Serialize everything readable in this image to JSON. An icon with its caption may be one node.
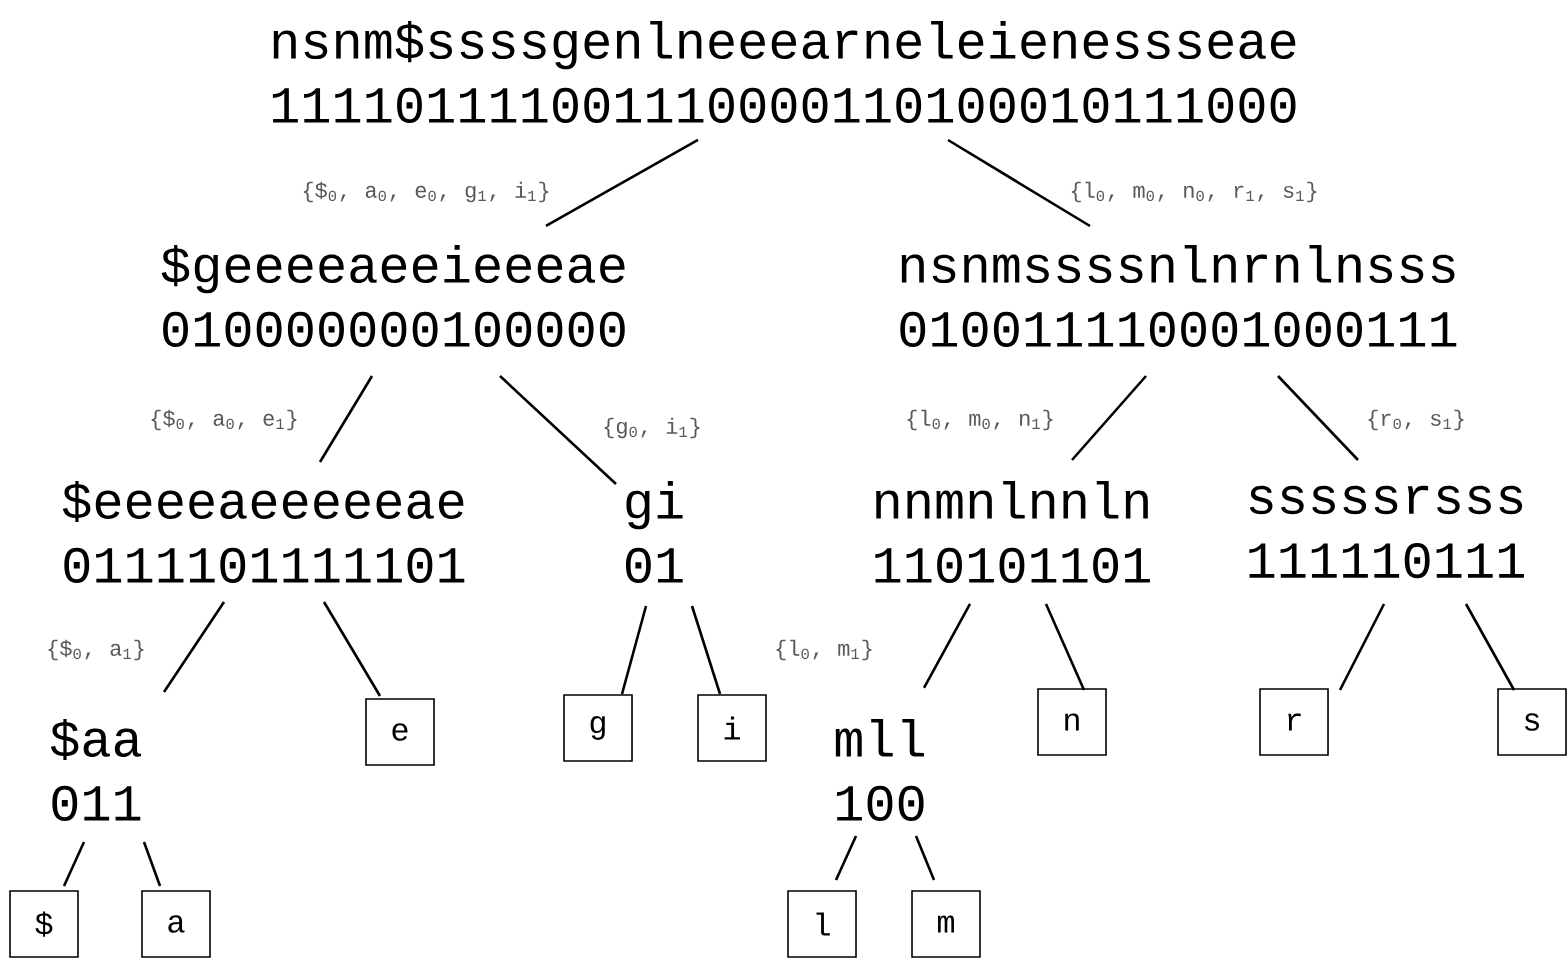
{
  "diagram": {
    "nodes": [
      {
        "text": [
          "nsnm$ssssgenlneeearneleienessseae",
          "111101111001110000110100010111000"
        ]
      },
      {
        "text": [
          "$geeeeaeeieeeae",
          "010000000100000"
        ]
      },
      {
        "text": [
          "nsnmssssnlnrnlnsss",
          "010011110001000111"
        ]
      },
      {
        "text": [
          "$eeeeaeeeeeae",
          "0111101111101"
        ]
      },
      {
        "text": [
          "gi",
          "01"
        ]
      },
      {
        "text": [
          "nnmnlnnln",
          "110101101"
        ]
      },
      {
        "text": [
          "sssssrsss",
          "111110111"
        ]
      },
      {
        "text": [
          "$aa",
          "011"
        ]
      },
      {
        "text": [
          "e"
        ]
      },
      {
        "text": [
          "g"
        ]
      },
      {
        "text": [
          "i"
        ]
      },
      {
        "text": [
          "mll",
          "100"
        ]
      },
      {
        "text": [
          "n"
        ]
      },
      {
        "text": [
          "r"
        ]
      },
      {
        "text": [
          "s"
        ]
      },
      {
        "text": [
          "$"
        ]
      },
      {
        "text": [
          "a"
        ]
      },
      {
        "text": [
          "l"
        ]
      },
      {
        "text": [
          "m"
        ]
      }
    ],
    "edges": [
      {
        "from": 0,
        "to": 1,
        "arrow": "none",
        "label": "{$$_{0}$, a$_{0}$, e$_{0}$, g$_{1}$, i$_{1}$}"
      },
      {
        "from": 0,
        "to": 2,
        "arrow": "none",
        "label": "{l$_{0}$, m$_{0}$, n$_{0}$, r$_{1}$, s$_{1}$}"
      },
      {
        "from": 1,
        "to": 3,
        "arrow": "none",
        "label": "{$$_{0}$, a$_{0}$, e$_{1}$}"
      },
      {
        "from": 1,
        "to": 4,
        "arrow": "none",
        "label": "{g$_{0}$, i$_{1}$}"
      },
      {
        "from": 2,
        "to": 5,
        "arrow": "none",
        "label": "{l$_{0}$, m$_{0}$, n$_{1}$}"
      },
      {
        "from": 2,
        "to": 6,
        "arrow": "none",
        "label": "{r$_{0}$, s$_{1}$}"
      },
      {
        "from": 3,
        "to": 7,
        "arrow": "none",
        "label": "{$$_{0}$, a$_{1}$}"
      },
      {
        "from": 3,
        "to": 8,
        "arrow": "none"
      },
      {
        "from": 4,
        "to": 9,
        "arrow": "none"
      },
      {
        "from": 4,
        "to": 10,
        "arrow": "none"
      },
      {
        "from": 5,
        "to": 11,
        "arrow": "none",
        "label": "{l$_{0}$, m$_{1}$}"
      },
      {
        "from": 5,
        "to": 12,
        "arrow": "none"
      },
      {
        "from": 6,
        "to": 13,
        "arrow": "none"
      },
      {
        "from": 6,
        "to": 14,
        "arrow": "none"
      },
      {
        "from": 7,
        "to": 15,
        "arrow": "none"
      },
      {
        "from": 7,
        "to": 16,
        "arrow": "none"
      },
      {
        "from": 11,
        "to": 17,
        "arrow": "none"
      },
      {
        "from": 11,
        "to": 18,
        "arrow": "none"
      }
    ]
  }
}
